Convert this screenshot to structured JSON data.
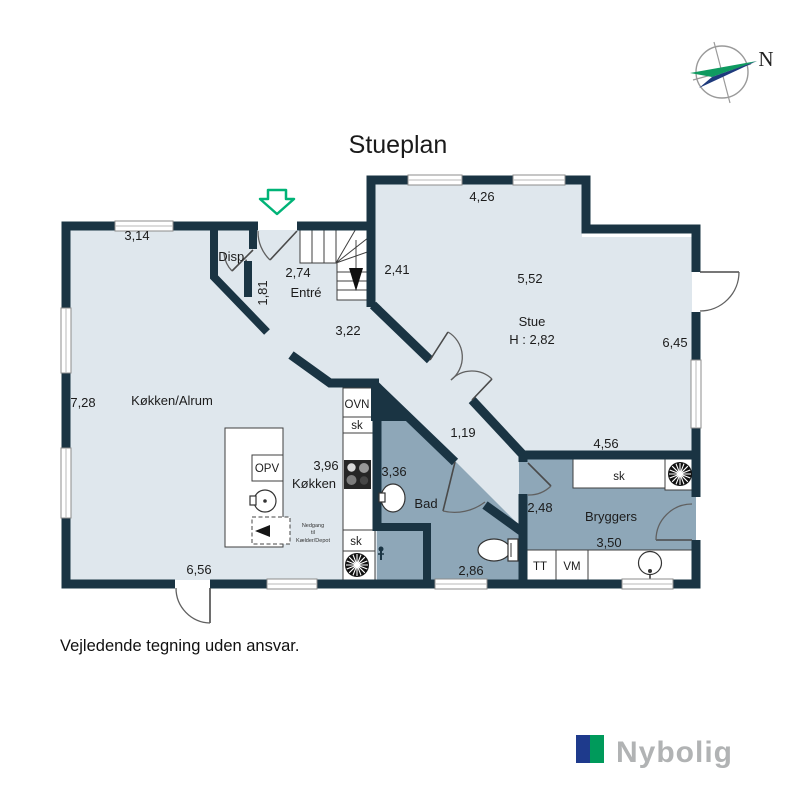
{
  "title": "Stueplan",
  "disclaimer": "Vejledende tegning uden ansvar.",
  "compass": {
    "north_label": "N"
  },
  "brand": {
    "name": "Nybolig"
  },
  "colors": {
    "wall": "#1a3443",
    "room": "#dfe7ed",
    "wet_room": "#8ea7b8",
    "entry_arrow_green": "#00b377",
    "logo_blue": "#1e3a8c",
    "logo_green": "#009a5b",
    "logo_text": "#b1b3b4"
  },
  "rooms": {
    "koekken_alrum": {
      "name": "Køkken/Alrum",
      "dim_top": "3,14",
      "dim_left": "7,28",
      "dim_bottom": "6,56"
    },
    "koekken": {
      "name": "Køkken",
      "dim": "3,96"
    },
    "disp": {
      "name": "Disp."
    },
    "entre": {
      "name": "Entré",
      "dim_door": "2,74",
      "dim_stair": "2,41",
      "dim_closet": "1,81",
      "dim_hall": "3,22"
    },
    "stue": {
      "name": "Stue",
      "ceiling": "H : 2,82",
      "dim_top": "4,26",
      "dim_width": "5,52",
      "dim_right": "6,45",
      "dim_bottom": "4,56"
    },
    "hall": {
      "dim": "1,19"
    },
    "bad": {
      "name": "Bad",
      "dim": "3,36",
      "dim_bottom": "2,86"
    },
    "bryggers": {
      "name": "Bryggers",
      "dim_left": "2,48",
      "dim_width": "3,50"
    }
  },
  "fixtures": {
    "oven": "OVN",
    "cabinet": "sk",
    "dishwasher": "OPV",
    "dryer": "TT",
    "washer": "VM",
    "hatch_line1": "Nedgang",
    "hatch_line2": "til",
    "hatch_line3": "Kælder/Depot"
  }
}
